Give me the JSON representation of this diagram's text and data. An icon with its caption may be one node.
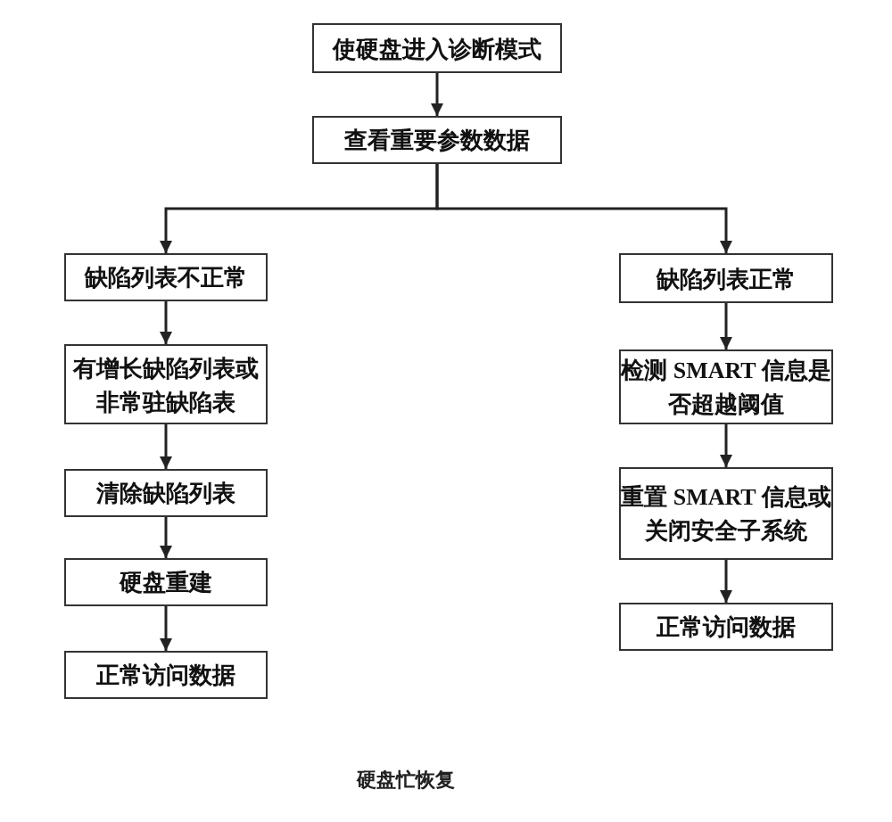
{
  "diagram": {
    "caption": "硬盘忙恢复",
    "nodes": [
      {
        "text": [
          "使硬盘进入诊断模式"
        ]
      },
      {
        "text": [
          "查看重要参数数据"
        ]
      },
      {
        "text": [
          "缺陷列表不正常"
        ]
      },
      {
        "text": [
          "有增长缺陷列表或非常驻缺陷表"
        ]
      },
      {
        "text": [
          "清除缺陷列表"
        ]
      },
      {
        "text": [
          "硬盘重建"
        ]
      },
      {
        "text": [
          "正常访问数据"
        ]
      },
      {
        "text": [
          "缺陷列表正常"
        ]
      },
      {
        "text": [
          "检测 SMART 信息是否超越阈值"
        ]
      },
      {
        "text": [
          "重置 SMART 信息或关闭安全子系统"
        ]
      },
      {
        "text": [
          "正常访问数据"
        ]
      }
    ],
    "edges": [
      {
        "from": 0,
        "to": 1,
        "arrow": "to"
      },
      {
        "from": 1,
        "to": 2,
        "arrow": "to"
      },
      {
        "from": 1,
        "to": 7,
        "arrow": "to"
      },
      {
        "from": 2,
        "to": 3,
        "arrow": "to"
      },
      {
        "from": 3,
        "to": 4,
        "arrow": "to"
      },
      {
        "from": 4,
        "to": 5,
        "arrow": "to"
      },
      {
        "from": 5,
        "to": 6,
        "arrow": "to"
      },
      {
        "from": 7,
        "to": 8,
        "arrow": "to"
      },
      {
        "from": 8,
        "to": 9,
        "arrow": "to"
      },
      {
        "from": 9,
        "to": 10,
        "arrow": "to"
      }
    ]
  }
}
